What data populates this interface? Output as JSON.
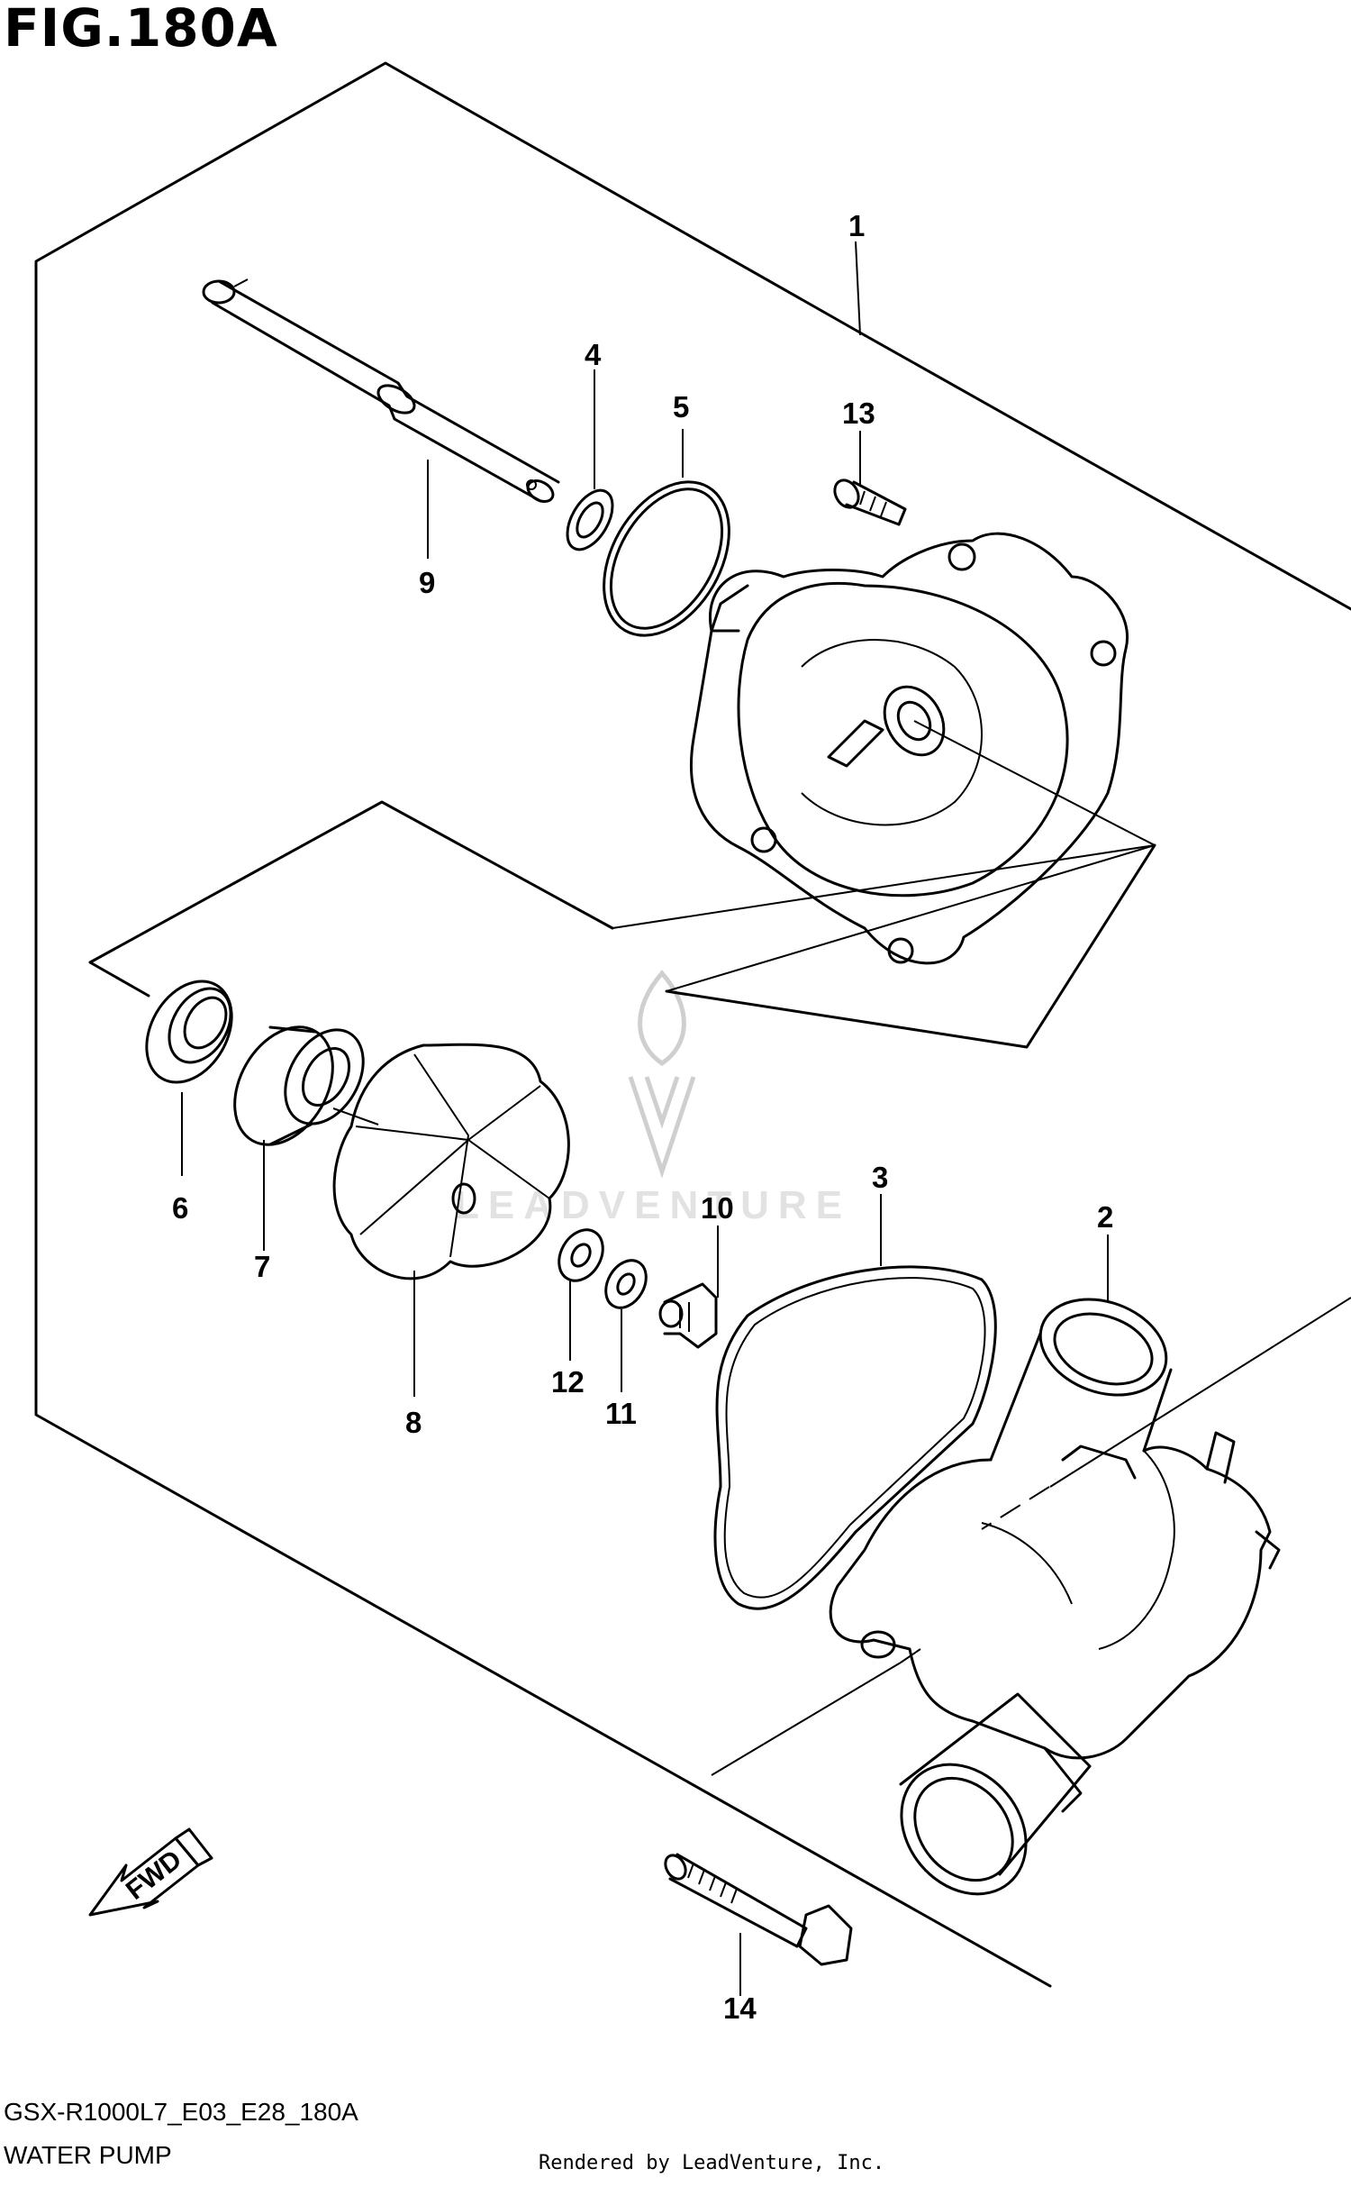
{
  "figure": {
    "title": "FIG.180A",
    "model_code": "GSX-R1000L7_E03_E28_180A",
    "diagram_name": "WATER PUMP",
    "rendered_by": "Rendered by LeadVenture, Inc."
  },
  "direction_label": "FWD",
  "watermark": "LEADVENTURE",
  "callouts": [
    "1",
    "2",
    "3",
    "4",
    "5",
    "6",
    "7",
    "8",
    "9",
    "10",
    "11",
    "12",
    "13",
    "14"
  ]
}
